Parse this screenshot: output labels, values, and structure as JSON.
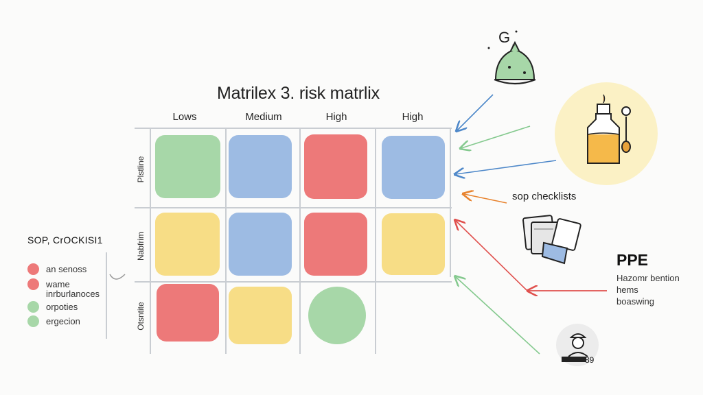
{
  "title": "Matrilex 3. risk matrlix",
  "columns": [
    "Lows",
    "Medium",
    "High",
    "High"
  ],
  "rows": [
    "Plstline",
    "Nabfrim",
    "Otsntite"
  ],
  "cells": [
    [
      "green",
      "blue",
      "red",
      "blue"
    ],
    [
      "yellow",
      "blue",
      "red",
      "yellow"
    ],
    [
      "red",
      "yellow",
      "green-circle",
      ""
    ]
  ],
  "colors": {
    "green": "#a7d7a8",
    "blue": "#9dbbe3",
    "red": "#ed7979",
    "yellow": "#f7dd86",
    "grid": "#c9cdd2",
    "sun": "#fbf1c5",
    "arrow_blue": "#4e88c9",
    "arrow_green": "#84c98e",
    "arrow_orange": "#e8832e",
    "arrow_red": "#e0504d"
  },
  "legend": {
    "title": "SOP, CrOCKISI1",
    "items": [
      {
        "label": "an senoss",
        "color": "#ed7979"
      },
      {
        "label": "wame",
        "color": "#ed7979"
      },
      {
        "label": "inrburlanoces",
        "color": ""
      },
      {
        "label": "orpoties",
        "color": "#a7d7a8"
      },
      {
        "label": "ergecion",
        "color": "#a7d7a8"
      }
    ]
  },
  "right": {
    "sop_label": "sop checklists",
    "ppe_title": "PPE",
    "ppe_lines": [
      "Hazomr bention",
      "hems",
      "boaswing"
    ],
    "person_badge": "89",
    "helmet_mark": "G"
  },
  "icons": [
    "hard-hat-icon",
    "chemical-bottle-icon",
    "documents-icon",
    "worker-icon"
  ]
}
